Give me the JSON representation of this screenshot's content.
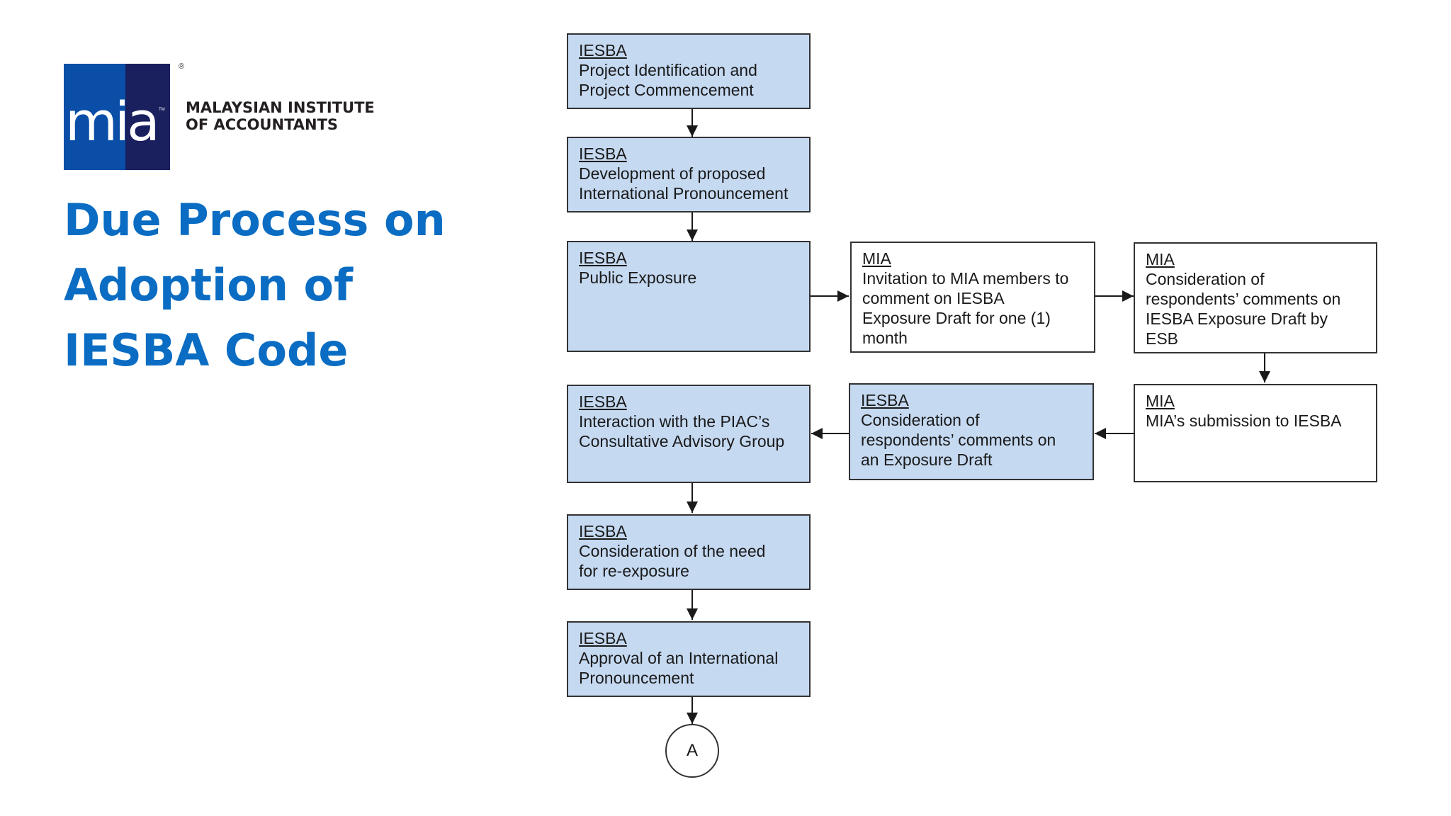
{
  "logo": {
    "wordmark": "mia",
    "trademark": "TM",
    "registered": "®",
    "org_line1": "MALAYSIAN INSTITUTE",
    "org_line2": "OF ACCOUNTANTS",
    "colors": {
      "blue": "#0a4ea8",
      "navy": "#1a1f5e"
    }
  },
  "title": {
    "line1": "Due Process on",
    "line2": "Adoption of",
    "line3": "IESBA Code",
    "color": "#0a6cc2"
  },
  "flowchart": {
    "colors": {
      "iesba_fill": "#c5d9f1",
      "mia_fill": "#ffffff"
    },
    "boxes": [
      {
        "id": "b1",
        "head": "IESBA",
        "body": "Project Identification and\nProject Commencement"
      },
      {
        "id": "b2",
        "head": "IESBA",
        "body": "Development of proposed\nInternational Pronouncement"
      },
      {
        "id": "b3",
        "head": "IESBA",
        "body": "Public Exposure"
      },
      {
        "id": "b4",
        "head": "MIA",
        "body": "Invitation to MIA members to\ncomment on IESBA\nExposure Draft for one (1)\nmonth"
      },
      {
        "id": "b5",
        "head": "MIA",
        "body": "Consideration of\nrespondents’ comments on\nIESBA Exposure Draft by\nESB"
      },
      {
        "id": "b6",
        "head": "MIA",
        "body": "MIA’s submission to IESBA"
      },
      {
        "id": "b7",
        "head": "IESBA",
        "body": "Consideration of\nrespondents’ comments on\nan Exposure Draft"
      },
      {
        "id": "b8",
        "head": "IESBA",
        "body": "Interaction with the PIAC’s\nConsultative Advisory Group"
      },
      {
        "id": "b9",
        "head": "IESBA",
        "body": "Consideration of the need\nfor re-exposure"
      },
      {
        "id": "b10",
        "head": "IESBA",
        "body": "Approval of an International\nPronouncement"
      }
    ],
    "connector": "A"
  }
}
